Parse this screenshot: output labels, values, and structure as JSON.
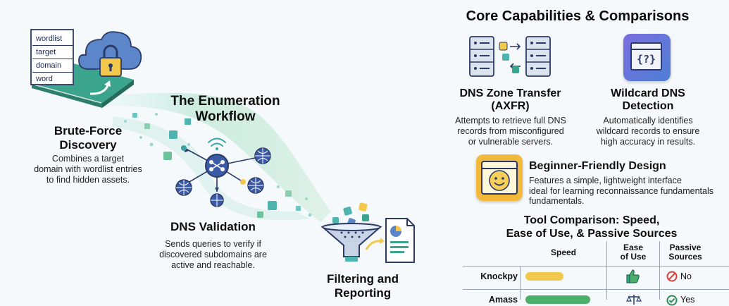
{
  "brute": {
    "title_line1": "Brute-Force",
    "title_line2": "Discovery",
    "desc_line1": "Combines a target",
    "desc_line2": "domain with wordlist entries",
    "desc_line3": "to find hidden assets.",
    "wordlist": [
      "wordlist",
      "target",
      "domain",
      "word"
    ]
  },
  "workflow": {
    "title_line1": "The Enumeration",
    "title_line2": "Workflow"
  },
  "validation": {
    "title": "DNS Validation",
    "desc_line1": "Sends queries to verify if",
    "desc_line2": "discovered subdomains are",
    "desc_line3": "active and reachable."
  },
  "filtering": {
    "title_line1": "Filtering and",
    "title_line2": "Reporting"
  },
  "capabilities": {
    "title": "Core Capabilities & Comparisons",
    "axfr": {
      "title_line1": "DNS Zone Transfer",
      "title_line2": "(AXFR)",
      "desc_line1": "Attempts to retrieve full DNS",
      "desc_line2": "records from misconfigured",
      "desc_line3": "or vulnerable servers."
    },
    "wildcard": {
      "title_line1": "Wildcard DNS",
      "title_line2": "Detection",
      "icon_text": "{?}",
      "desc_line1": "Automatically identifies",
      "desc_line2": "wildcard records to ensure",
      "desc_line3": "high accuracy in results."
    },
    "beginner": {
      "title": "Beginner-Friendly Design",
      "desc_line1": "Features a simple, lightweight interface",
      "desc_line2": "ideal for learning reconnaissance fundamentals",
      "desc_line3": "fundamentals."
    }
  },
  "comparison": {
    "title_line1": "Tool Comparison: Speed,",
    "title_line2": "Ease of Use, & Passive Sources",
    "col_speed": "Speed",
    "col_ease_line1": "Ease",
    "col_ease_line2": "of Use",
    "col_passive_line1": "Passive",
    "col_passive_line2": "Sources",
    "rows": [
      {
        "tool": "Knockpy",
        "speed_level": 0.5,
        "speed_color": "#f2c94c",
        "ease_icon": "thumbs-up",
        "passive": "No"
      },
      {
        "tool": "Amass",
        "speed_level": 0.85,
        "speed_color": "#4caf6a",
        "ease_icon": "scale",
        "passive": "Yes"
      }
    ]
  },
  "colors": {
    "navy": "#2b3a67",
    "green": "#4caf6a",
    "teal": "#3aa6a0",
    "yellow": "#f2c94c",
    "purple": "#6b5bd6",
    "red": "#d9433b"
  }
}
